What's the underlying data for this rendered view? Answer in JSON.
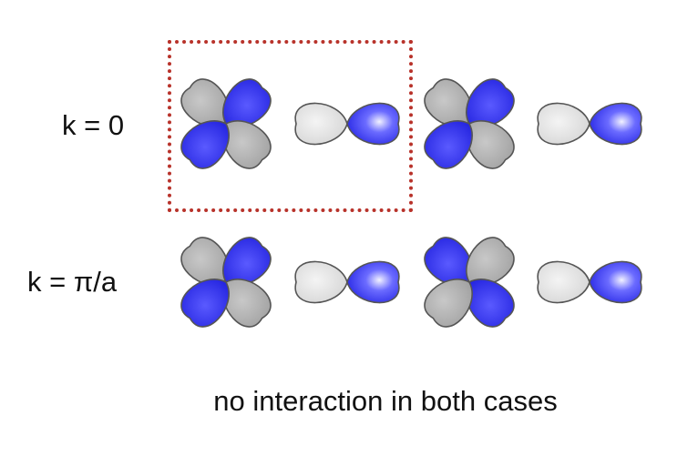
{
  "rows": [
    {
      "label": "k = 0",
      "orbitals": [
        {
          "type": "d",
          "top_left": "gray",
          "top_right": "blue",
          "bottom_left": "blue",
          "bottom_right": "gray"
        },
        {
          "type": "p",
          "left": "gray",
          "right": "blue"
        },
        {
          "type": "d",
          "top_left": "gray",
          "top_right": "blue",
          "bottom_left": "blue",
          "bottom_right": "gray"
        },
        {
          "type": "p",
          "left": "gray",
          "right": "blue"
        }
      ]
    },
    {
      "label": "k = π/a",
      "orbitals": [
        {
          "type": "d",
          "top_left": "gray",
          "top_right": "blue",
          "bottom_left": "blue",
          "bottom_right": "gray"
        },
        {
          "type": "p",
          "left": "gray",
          "right": "blue"
        },
        {
          "type": "d",
          "top_left": "blue",
          "top_right": "gray",
          "bottom_left": "gray",
          "bottom_right": "blue"
        },
        {
          "type": "p",
          "left": "gray",
          "right": "blue"
        }
      ]
    }
  ],
  "caption": "no interaction in both cases",
  "colors": {
    "blue": "#2a2ae8",
    "gray": "#a8a8a8",
    "light_gray": "#d9d9d9",
    "outline": "#555555",
    "unit_cell_border": "#b8322a"
  }
}
